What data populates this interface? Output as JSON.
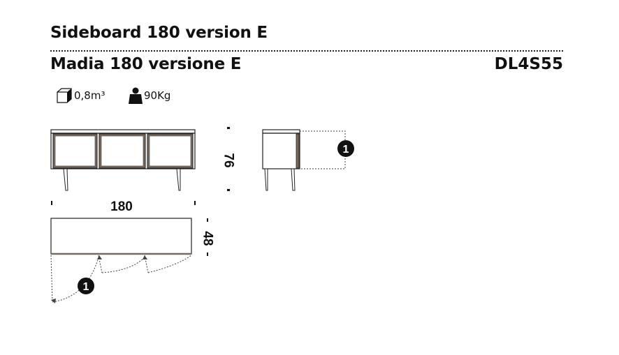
{
  "header": {
    "title_en": "Sideboard 180 version E",
    "title_it": "Madia 180 versione E",
    "code": "DL4S55"
  },
  "specs": {
    "volume": {
      "icon": "box-icon",
      "value": "0,8m³"
    },
    "weight": {
      "icon": "weight-icon",
      "value": "90Kg"
    }
  },
  "dimensions": {
    "width": "180",
    "height": "76",
    "depth": "48"
  },
  "callouts": {
    "front_door_opening": "1",
    "top_door_swing": "1"
  }
}
